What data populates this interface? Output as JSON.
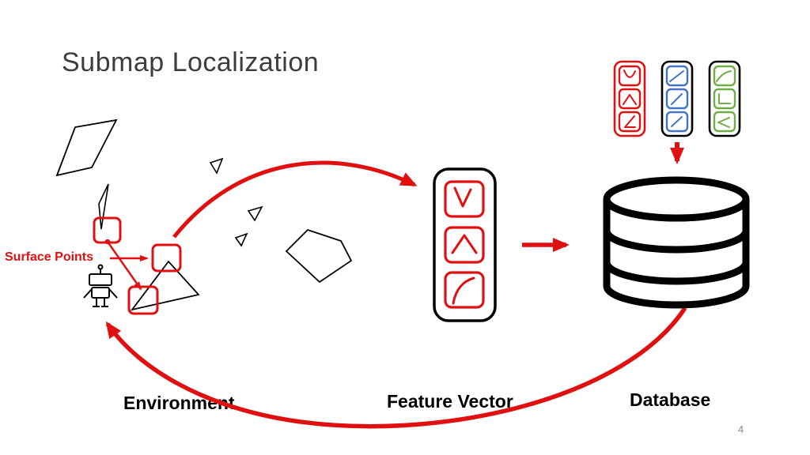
{
  "slide": {
    "title": "Submap Localization",
    "page_number": "4"
  },
  "labels": {
    "surface_points": "Surface Points",
    "environment": "Environment",
    "feature_vector": "Feature Vector",
    "database": "Database"
  },
  "diagram": {
    "flow": [
      "environment -> feature-vector (red arrow)",
      "feature-vector -> database (red arrow)",
      "submap-signatures -> database (red arrow)",
      "database -> environment (red return arrow)"
    ],
    "feature_vector_glyphs": [
      "v-curve-icon",
      "caret-curve-icon",
      "arc-curve-icon"
    ],
    "mini_vectors": [
      {
        "name": "submap-signature-red",
        "color": "#e01010"
      },
      {
        "name": "submap-signature-blue",
        "color": "#4472c4"
      },
      {
        "name": "submap-signature-green",
        "color": "#70ad47"
      }
    ]
  },
  "colors": {
    "accent_red": "#e01010",
    "feature_blue": "#4472c4",
    "feature_green": "#70ad47",
    "ink": "#000000",
    "title_gray": "#3d3d3d",
    "page_gray": "#8a8a8a"
  }
}
